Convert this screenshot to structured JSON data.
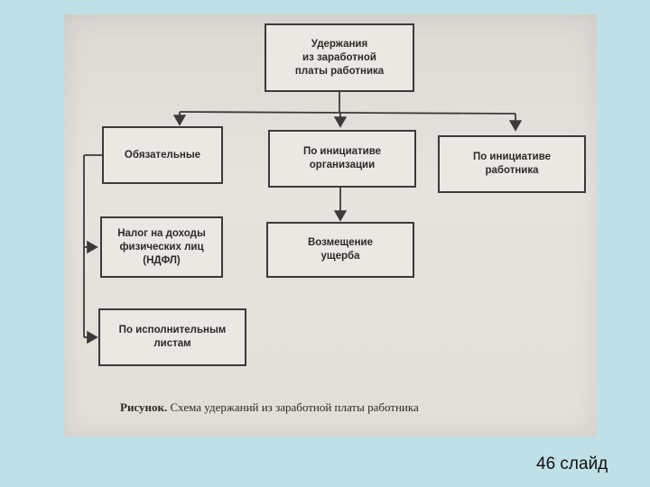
{
  "diagram": {
    "root": "Удержания\nиз заработной\nплаты работника",
    "mandatory": "Обязательные",
    "by_organization": "По инициативе\nорганизации",
    "by_employee": "По инициативе\nработника",
    "income_tax": "Налог на доходы\nфизических лиц\n(НДФЛ)",
    "damage_compensation": "Возмещение\nущерба",
    "writs_of_execution": "По исполнительным\nлистам"
  },
  "caption": {
    "prefix": "Рисунок.",
    "text": " Схема удержаний из заработной платы работника"
  },
  "slide_label": "46 слайд"
}
